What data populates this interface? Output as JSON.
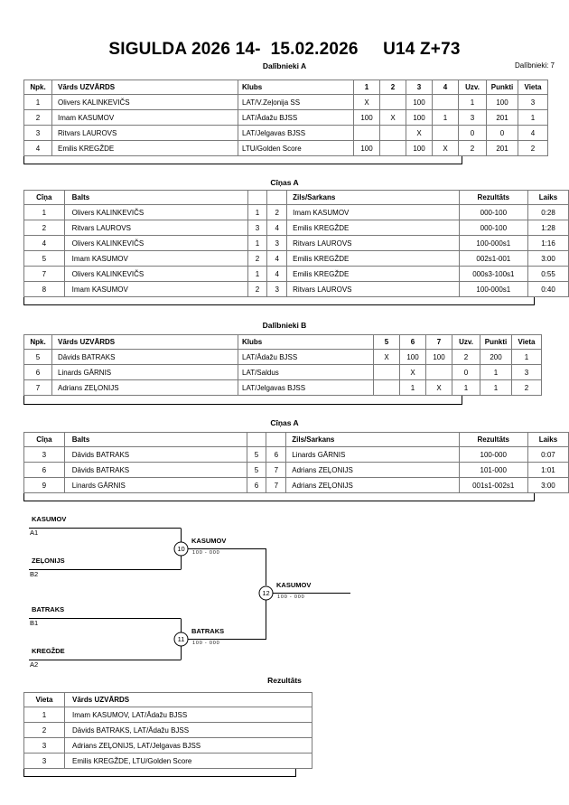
{
  "header": {
    "title": "SIGULDA 2026 14-  15.02.2026     U14 Z+73",
    "participants_label": "Dalībnieki: 7"
  },
  "sections": {
    "group_a_caption": "Dalībnieki A",
    "matches_a_caption": "Cīņas A",
    "group_b_caption": "Dalībnieki B",
    "matches_b_caption": "Cīņas A",
    "results_caption": "Rezultāts"
  },
  "standings_headers": {
    "npk": "Npk.",
    "name": "Vārds UZVĀRDS",
    "club": "Klubs",
    "wins": "Uzv.",
    "points": "Punkti",
    "place": "Vieta"
  },
  "group_a": {
    "cross_headers": [
      "1",
      "2",
      "3",
      "4"
    ],
    "rows": [
      {
        "npk": "1",
        "name": "Olivers KALINKEVIČS",
        "club": "LAT/V.Zeļonija SS",
        "cells": [
          "X",
          "",
          "100",
          ""
        ],
        "wins": "1",
        "points": "100",
        "place": "3"
      },
      {
        "npk": "2",
        "name": "Imam KASUMOV",
        "club": "LAT/Ādažu BJSS",
        "cells": [
          "100",
          "X",
          "100",
          "1"
        ],
        "wins": "3",
        "points": "201",
        "place": "1"
      },
      {
        "npk": "3",
        "name": "Ritvars LAUROVS",
        "club": "LAT/Jelgavas BJSS",
        "cells": [
          "",
          "",
          "X",
          ""
        ],
        "wins": "0",
        "points": "0",
        "place": "4"
      },
      {
        "npk": "4",
        "name": "Emilis KREGŽDE",
        "club": "LTU/Golden Score",
        "cells": [
          "100",
          "",
          "100",
          "X"
        ],
        "wins": "2",
        "points": "201",
        "place": "2"
      }
    ]
  },
  "group_b": {
    "cross_headers": [
      "5",
      "6",
      "7"
    ],
    "rows": [
      {
        "npk": "5",
        "name": "Dāvids BATRAKS",
        "club": "LAT/Ādažu BJSS",
        "cells": [
          "X",
          "100",
          "100"
        ],
        "wins": "2",
        "points": "200",
        "place": "1"
      },
      {
        "npk": "6",
        "name": "Linards GĀRNIS",
        "club": "LAT/Saldus",
        "cells": [
          "",
          "X",
          ""
        ],
        "wins": "0",
        "points": "1",
        "place": "3"
      },
      {
        "npk": "7",
        "name": "Adrians ZEĻONIJS",
        "club": "LAT/Jelgavas BJSS",
        "cells": [
          "",
          "1",
          "X"
        ],
        "wins": "1",
        "points": "1",
        "place": "2"
      }
    ]
  },
  "match_headers": {
    "fight": "Cīņa",
    "white": "Balts",
    "blue": "Zils/Sarkans",
    "result": "Rezultāts",
    "time": "Laiks"
  },
  "matches_a": [
    {
      "fight": "1",
      "white": "Olivers KALINKEVIČS",
      "white_no": "1",
      "white_bold": false,
      "blue_no": "2",
      "blue": "Imam KASUMOV",
      "blue_bold": true,
      "result": "000-100",
      "time": "0:28"
    },
    {
      "fight": "2",
      "white": "Ritvars LAUROVS",
      "white_no": "3",
      "white_bold": false,
      "blue_no": "4",
      "blue": "Emilis KREGŽDE",
      "blue_bold": true,
      "result": "000-100",
      "time": "1:28"
    },
    {
      "fight": "4",
      "white": "Olivers KALINKEVIČS",
      "white_no": "1",
      "white_bold": true,
      "blue_no": "3",
      "blue": "Ritvars LAUROVS",
      "blue_bold": false,
      "result": "100-000s1",
      "time": "1:16"
    },
    {
      "fight": "5",
      "white": "Imam KASUMOV",
      "white_no": "2",
      "white_bold": true,
      "blue_no": "4",
      "blue": "Emilis KREGŽDE",
      "blue_bold": false,
      "result": "002s1-001",
      "time": "3:00"
    },
    {
      "fight": "7",
      "white": "Olivers KALINKEVIČS",
      "white_no": "1",
      "white_bold": false,
      "blue_no": "4",
      "blue": "Emilis KREGŽDE",
      "blue_bold": true,
      "result": "000s3-100s1",
      "time": "0:55"
    },
    {
      "fight": "8",
      "white": "Imam KASUMOV",
      "white_no": "2",
      "white_bold": true,
      "blue_no": "3",
      "blue": "Ritvars LAUROVS",
      "blue_bold": false,
      "result": "100-000s1",
      "time": "0:40"
    }
  ],
  "matches_b": [
    {
      "fight": "3",
      "white": "Dāvids BATRAKS",
      "white_no": "5",
      "white_bold": true,
      "blue_no": "6",
      "blue": "Linards GĀRNIS",
      "blue_bold": false,
      "result": "100-000",
      "time": "0:07"
    },
    {
      "fight": "6",
      "white": "Dāvids BATRAKS",
      "white_no": "5",
      "white_bold": true,
      "blue_no": "7",
      "blue": "Adrians ZEĻONIJS",
      "blue_bold": false,
      "result": "101-000",
      "time": "1:01"
    },
    {
      "fight": "9",
      "white": "Linards GĀRNIS",
      "white_no": "6",
      "white_bold": false,
      "blue_no": "7",
      "blue": "Adrians ZEĻONIJS",
      "blue_bold": true,
      "result": "001s1-002s1",
      "time": "3:00"
    }
  ],
  "bracket": {
    "entrants": [
      {
        "name": "KASUMOV",
        "seed": "A1"
      },
      {
        "name": "ZEĻONIJS",
        "seed": "B2"
      },
      {
        "name": "BATRAKS",
        "seed": "B1"
      },
      {
        "name": "KREGŽDE",
        "seed": "A2"
      }
    ],
    "semifinals": [
      {
        "number": "10",
        "winner": "KASUMOV",
        "score": "100 - 000"
      },
      {
        "number": "11",
        "winner": "BATRAKS",
        "score": "100 - 000"
      }
    ],
    "final": {
      "number": "12",
      "winner": "KASUMOV",
      "score": "100 - 000"
    }
  },
  "results_headers": {
    "place": "Vieta",
    "name": "Vārds UZVĀRDS"
  },
  "results": [
    {
      "place": "1",
      "name": "Imam KASUMOV, LAT/Ādažu BJSS"
    },
    {
      "place": "2",
      "name": "Dāvids BATRAKS, LAT/Ādažu BJSS"
    },
    {
      "place": "3",
      "name": "Adrians ZEĻONIJS, LAT/Jelgavas BJSS"
    },
    {
      "place": "3",
      "name": "Emilis KREGŽDE, LTU/Golden Score"
    }
  ]
}
